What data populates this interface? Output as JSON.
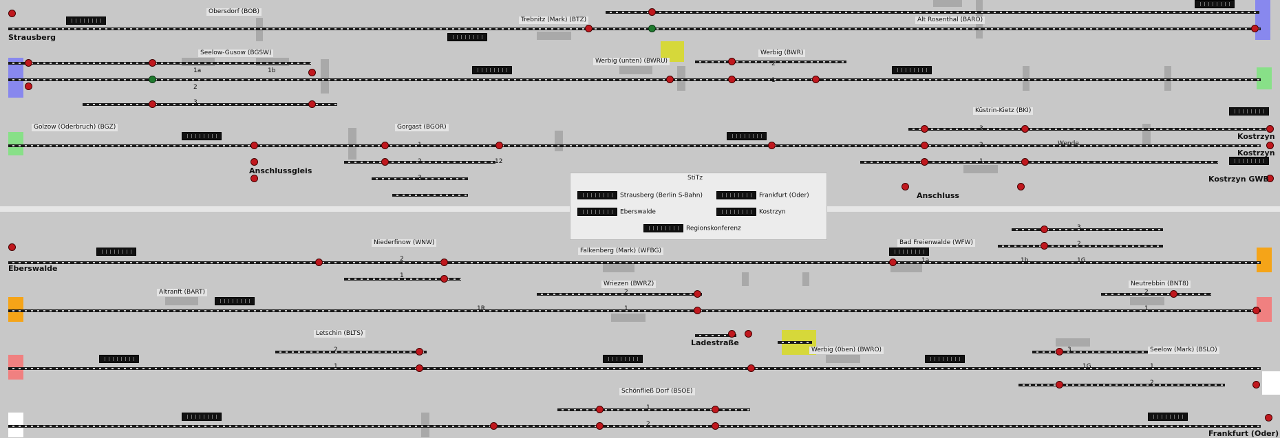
{
  "stations_top": {
    "obersdorf": "Obersdorf (BOB)",
    "trebnitz": "Trebnitz (Mark) (BTZ)",
    "altrosenthal": "Alt Rosenthal (BARO)",
    "seelow_gusow": "Seelow-Gusow (BGSW)",
    "werbig_unten": "Werbig (unten) (BWRU)",
    "werbig": "Werbig (BWR)",
    "golzow": "Golzow (Oderbruch) (BGZ)",
    "gorgast": "Gorgast (BGOR)",
    "kuestrin_kietz": "Küstrin-Kietz (BKI)",
    "wende": "Wende"
  },
  "endpoints_top": {
    "strausberg": "Strausberg",
    "kostrzyn1": "Kostrzyn",
    "kostrzyn2": "Kostrzyn",
    "kostrzyn_gwb": "Kostrzyn GWB",
    "anschlussgleis": "Anschlussgleis",
    "anschluss": "Anschluss"
  },
  "stitz": {
    "title": "StiTz",
    "items": [
      "Strausberg (Berlin S-Bahn)",
      "Frankfurt (Oder)",
      "Eberswalde",
      "Kostrzyn",
      "Regionskonferenz"
    ]
  },
  "stations_bottom": {
    "niederfinow": "Niederfinow (WNW)",
    "falkenberg": "Falkenberg (Mark) (WFBG)",
    "bad_freienwalde": "Bad Freienwalde (WFW)",
    "altranft": "Altranft (BART)",
    "wriezen": "Wriezen (BWRZ)",
    "neutrebbin": "Neutrebbin (BNT8)",
    "letschin": "Letschin (BLTS)",
    "werbig_oben": "Werbig (0ben) (BWRO)",
    "seelow_mark": "Seelow (Mark) (BSLO)",
    "schoenfliess": "Schönfließ Dorf (BSOE)"
  },
  "endpoints_bottom": {
    "eberswalde": "Eberswalde",
    "ladestrasse": "Ladestraße",
    "frankfurt": "Frankfurt (Oder)"
  },
  "track_numbers": {
    "t1a": "1a",
    "t1b": "1b",
    "t1": "1",
    "t2": "2",
    "t3": "3",
    "t1g": "1G",
    "t1r": "1R",
    "t12": "12"
  },
  "edge_colors": {
    "blue": "#8888ee",
    "green": "#88e088",
    "orange": "#f5a418",
    "pink": "#f08080",
    "white": "#ffffff"
  }
}
